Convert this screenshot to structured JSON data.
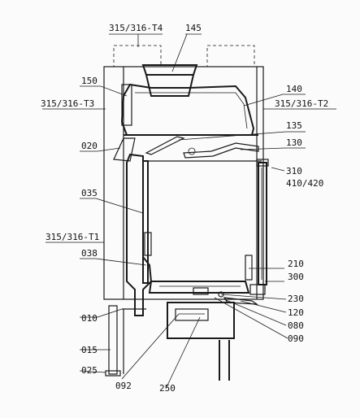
{
  "labels": {
    "t4": "315/316-T4",
    "n145": "145",
    "n150": "150",
    "t3": "315/316-T3",
    "n140": "140",
    "t2": "315/316-T2",
    "n135": "135",
    "n020": "020",
    "n130": "130",
    "n310": "310",
    "n410_420": "410/420",
    "n035": "035",
    "t1": "315/316-T1",
    "n038": "038",
    "n210": "210",
    "n300": "300",
    "n230": "230",
    "n120": "120",
    "n010": "010",
    "n080": "080",
    "n090": "090",
    "n015": "015",
    "n025": "025",
    "n092": "092",
    "n250": "250"
  }
}
